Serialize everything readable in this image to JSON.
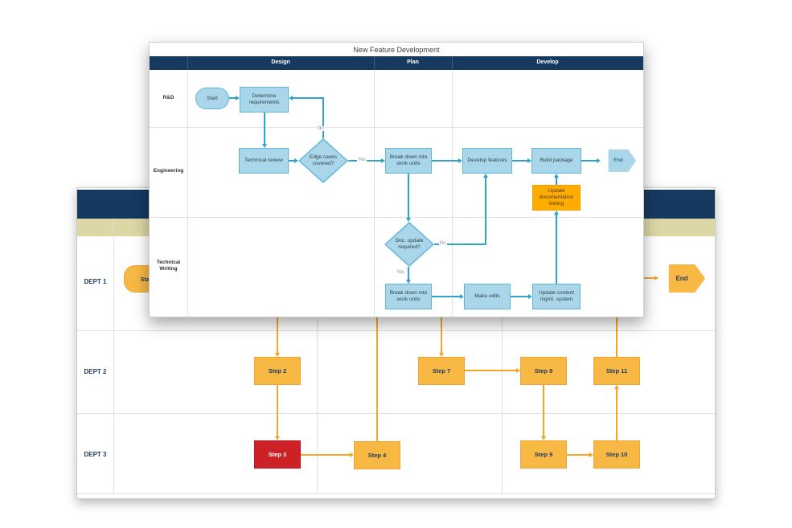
{
  "foreground": {
    "title": "New Feature Development",
    "phases": [
      "Design",
      "Plan",
      "Develop"
    ],
    "lanes": [
      "R&D",
      "Engineering",
      "Technical Writing"
    ],
    "nodes": {
      "start": "Start",
      "determine_requirements": "Determine requirements",
      "technical_review": "Technical review",
      "edge_cases": "Edge cases covered?",
      "break_down_plan": "Break down into work units",
      "develop_features": "Develop features",
      "build_package": "Build package",
      "end": "End",
      "update_doc_linking": "Update documentation linking",
      "doc_update_required": "Doc. update required?",
      "break_down_tw": "Break down into work units",
      "make_edits": "Make edits",
      "update_cms": "Update content mgmt. system"
    },
    "edge_labels": {
      "no_edge_cases": "No",
      "yes_edge_cases": "Yes",
      "no_doc_update": "No",
      "yes_doc_update": "Yes"
    }
  },
  "background": {
    "lanes": [
      "DEPT 1",
      "DEPT 2",
      "DEPT 3"
    ],
    "nodes": {
      "start": "Start",
      "end": "End",
      "step2": "Step 2",
      "step3": "Step 3",
      "step4": "Step 4",
      "step7": "Step 7",
      "step8": "Step 8",
      "step9": "Step 9",
      "step10": "Step 10",
      "step11": "Step 11"
    }
  },
  "colors": {
    "header_navy": "#16395f",
    "subheader_tan": "#ddd7a6",
    "blue_shape_fill": "#a9d6e9",
    "blue_shape_border": "#5fb6d8",
    "teal_connector": "#2fa3c9",
    "orange_shape": "#f7b844",
    "orange_connector": "#f5a623",
    "highlight_orange": "#ffac00",
    "alert_red": "#ce2127",
    "label_navy": "#1e3a5f"
  }
}
